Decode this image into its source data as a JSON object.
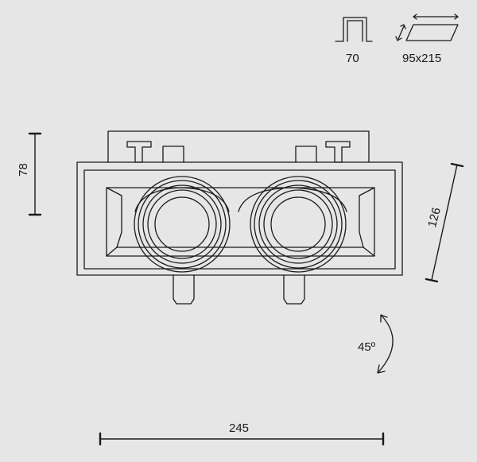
{
  "labels": {
    "cutout_depth": "70",
    "cutout_size": "95x215",
    "height": "78",
    "depth": "126",
    "tilt_angle": "45º",
    "width": "245"
  },
  "colors": {
    "background": "#e6e6e6",
    "line": "#1a1a1a",
    "fill": "#ffffff"
  }
}
